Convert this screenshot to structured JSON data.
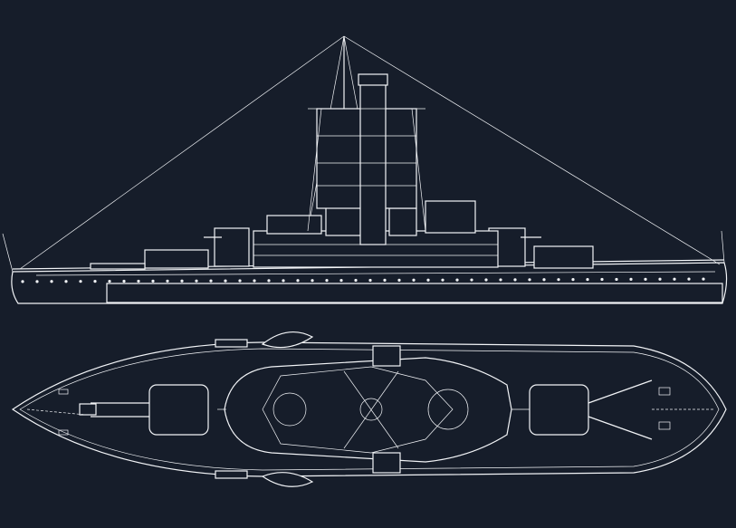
{
  "drawing": {
    "subject": "warship",
    "views": [
      "side-profile",
      "plan-view"
    ],
    "colors": {
      "background": "#161d2a",
      "lines": "#f2f4f7"
    }
  }
}
